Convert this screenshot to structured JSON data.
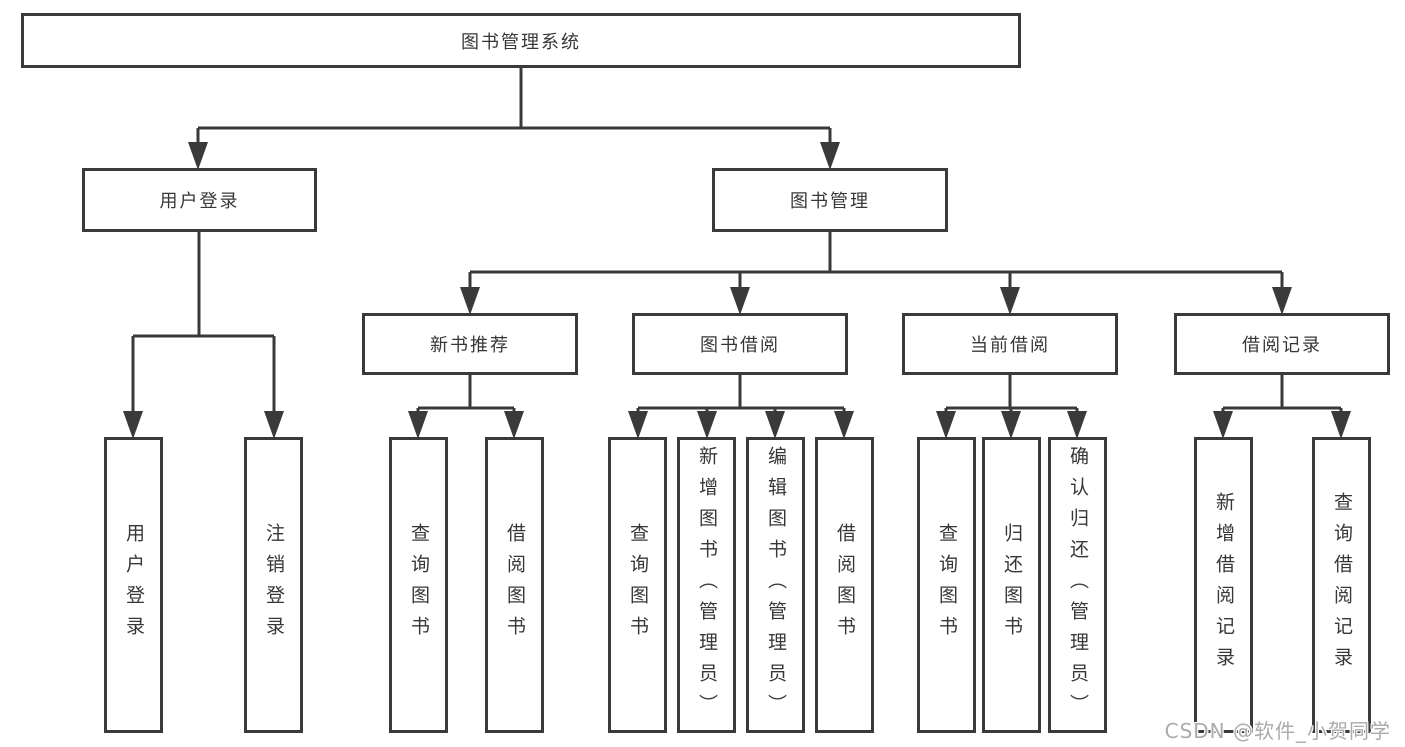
{
  "colors": {
    "line": "#3a3a3a",
    "text": "#373737",
    "box_background": "#ffffff",
    "watermark": "#ababab"
  },
  "watermark": {
    "text": "CSDN @软件_小贺同学"
  },
  "tree": {
    "root": "图书管理系统",
    "user_login_branch": {
      "label": "用户登录",
      "children": [
        "用户登录",
        "注销登录"
      ]
    },
    "book_mgmt_branch": {
      "label": "图书管理",
      "children": [
        {
          "label": "新书推荐",
          "children": [
            "查询图书",
            "借阅图书"
          ]
        },
        {
          "label": "图书借阅",
          "children": [
            "查询图书",
            "新增图书（管理员）",
            "编辑图书（管理员）",
            "借阅图书"
          ]
        },
        {
          "label": "当前借阅",
          "children": [
            "查询图书",
            "归还图书",
            "确认归还（管理员）"
          ]
        },
        {
          "label": "借阅记录",
          "children": [
            "新增借阅记录",
            "查询借阅记录"
          ]
        }
      ]
    }
  }
}
